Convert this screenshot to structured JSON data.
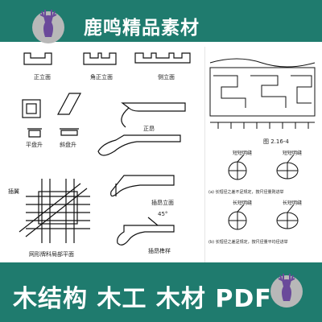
{
  "brand": {
    "name": "鹿鸣精品素材"
  },
  "footer": {
    "title": "木结构 木工 木材 PDF"
  },
  "colors": {
    "band": "#1f7b6e",
    "logo_circle": "#b8b8b8",
    "logo_deer": "#6a4a9a"
  },
  "icons": {
    "logo": "deer-logo-icon"
  },
  "drawings": {
    "left_labels": {
      "front": "正立面",
      "corner_front": "角正立面",
      "side": "侧立面",
      "flat_sheng": "平盘升",
      "slant_sheng": "斜盘升",
      "beam_end": "正昂",
      "jiao_ang_front": "插昂立面",
      "jiao_ang_detail": "插昂榫样",
      "brace": "插翼",
      "grid_plan": "网形牌科局部平面",
      "angle": "45°"
    },
    "right_labels": {
      "fig_no": "图 2.16-4",
      "tag1": "短短明缝",
      "tag2": "短短明缝",
      "tag3": "长短明缝",
      "tag4": "长短明缝",
      "note1": "(a) 长短径之差不足规定，按尺径量则进举",
      "note2": "(b) 长短径之差足规定，按尺径量平均径进举"
    }
  }
}
